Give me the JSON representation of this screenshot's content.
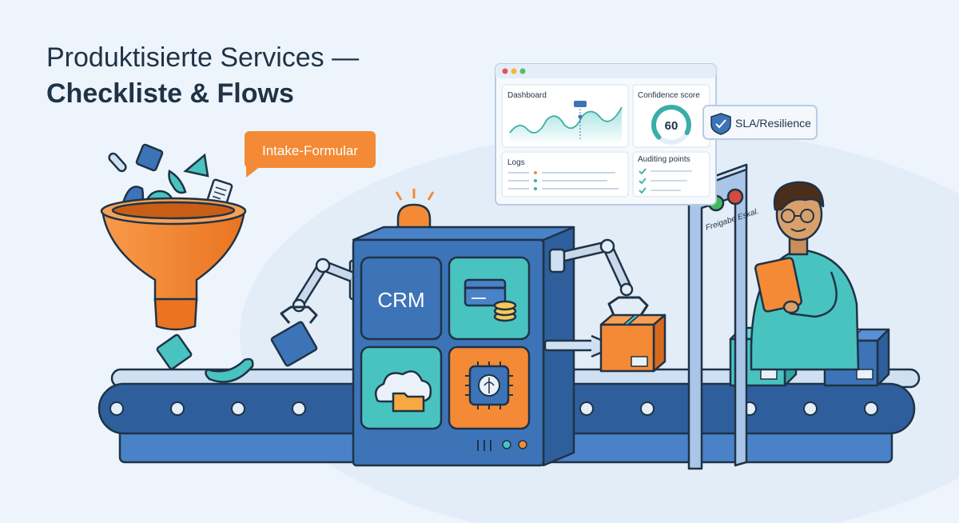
{
  "header": {
    "title_line1": "Produktisierte Services —",
    "title_line2": "Checkliste & Flows"
  },
  "intake": {
    "label": "Intake-Formular"
  },
  "dashboard": {
    "panel_dashboard": "Dashboard",
    "panel_confidence": "Confidence score",
    "confidence_value": "60",
    "confidence_fraction": 0.6,
    "panel_logs": "Logs",
    "panel_auditing": "Auditing points"
  },
  "sla": {
    "label": "SLA/Resilience"
  },
  "machine": {
    "module_crm": "CRM",
    "modules": [
      "CRM",
      "payment-card-coins",
      "cloud-folder",
      "ai-brain-chip"
    ]
  },
  "gate": {
    "label": "Freigabe Eskal."
  },
  "colors": {
    "background": "#eef4fb",
    "orange": "#f48a35",
    "blue": "#3d74b8",
    "teal": "#49c3c0",
    "dark": "#1f3347"
  }
}
